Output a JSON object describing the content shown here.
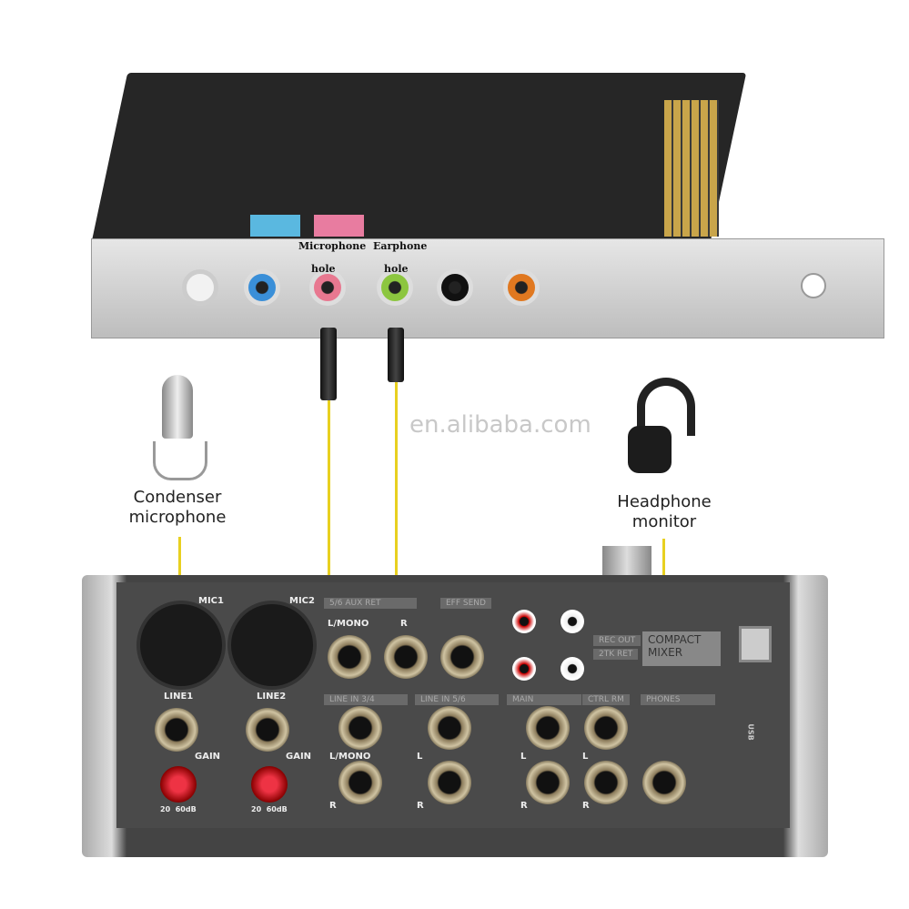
{
  "soundcard": {
    "mic_label": "Microphone",
    "mic_hole": "hole",
    "ear_label": "Earphone",
    "ear_hole": "hole"
  },
  "watermark": "en.alibaba.com",
  "mic_caption": [
    "Condenser",
    "microphone"
  ],
  "headphone_caption": [
    "Headphone",
    "monitor"
  ],
  "mixer": {
    "mic1": "MIC1",
    "mic2": "MIC2",
    "line1": "LINE1",
    "line2": "LINE2",
    "gain": "GAIN",
    "gain_min": "20",
    "gain_max": "60dB",
    "aux_ret": "5/6 AUX RET",
    "eff_send": "EFF SEND",
    "l_mono": "L/MONO",
    "r": "R",
    "l": "L",
    "line_in_34": "LINE IN 3/4",
    "line_in_56": "LINE IN 5/6",
    "main": "MAIN",
    "ctrl_rm": "CTRL RM",
    "phones": "PHONES",
    "rec_out": "REC OUT",
    "tk_ret": "2TK RET",
    "brand": "COMPACT MIXER",
    "usb": "USB"
  },
  "colors": {
    "cable": "#e8d020",
    "mic_jack": "#e87890",
    "ear_jack": "#8cc63f",
    "line_jack": "#3a8fd8",
    "rear_jack": "#e07820"
  }
}
